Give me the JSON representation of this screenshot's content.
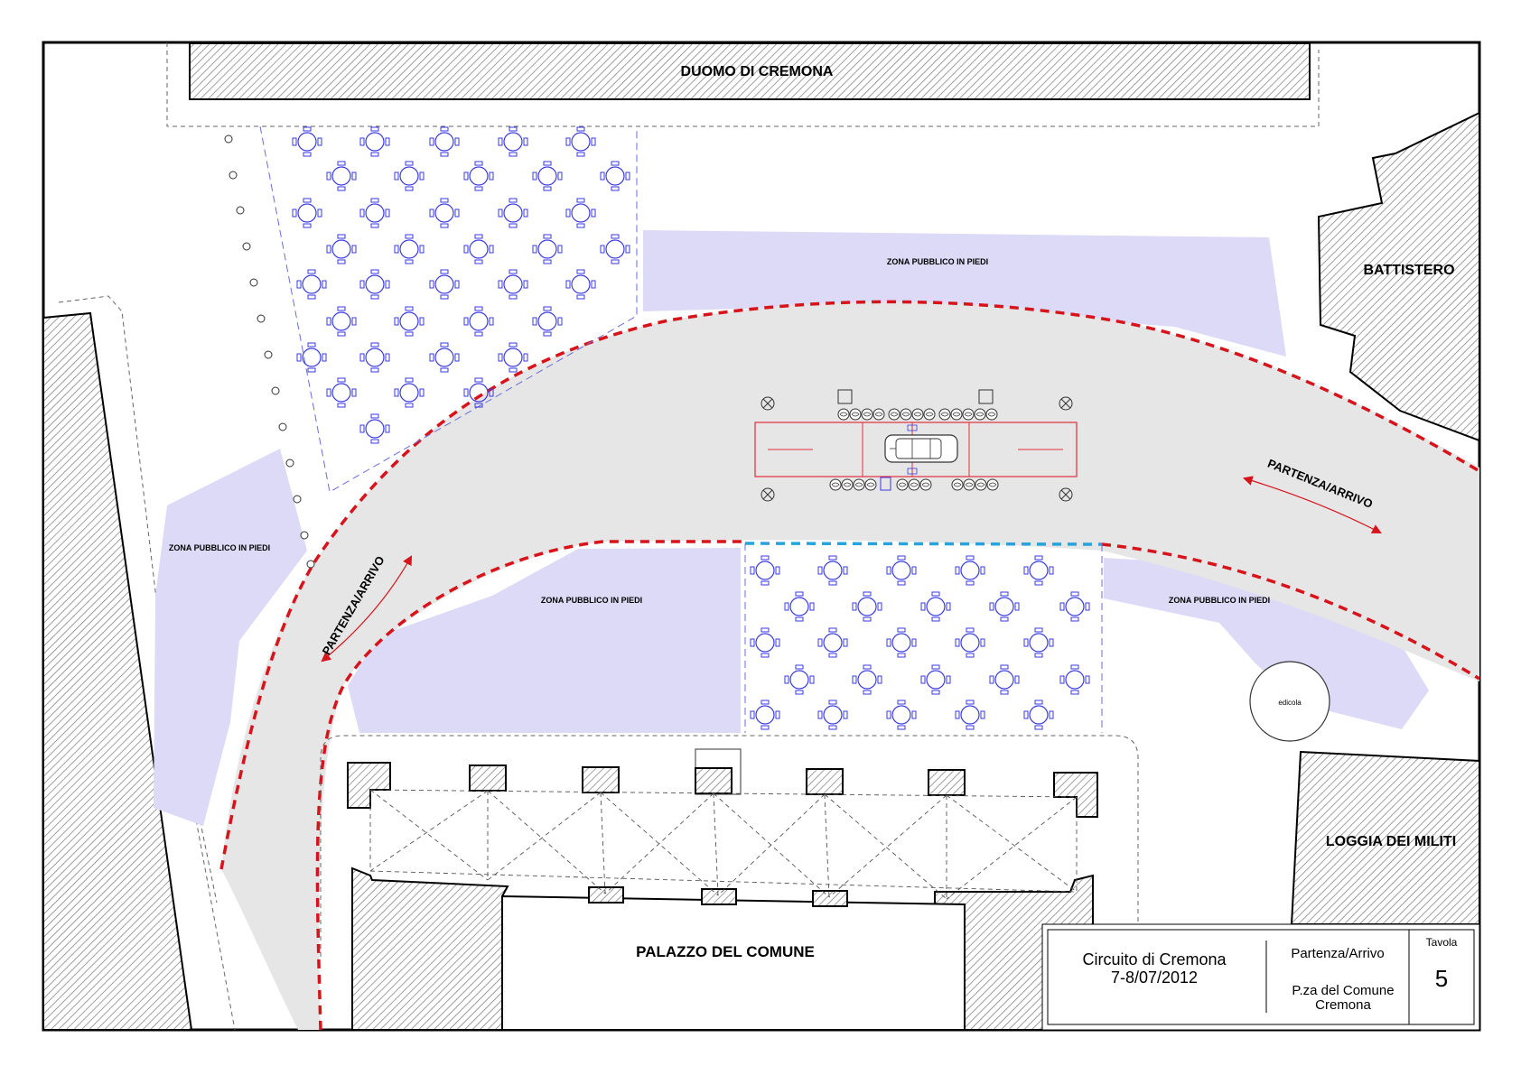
{
  "labels": {
    "duomo": "DUOMO DI CREMONA",
    "battistero": "BATTISTERO",
    "loggia": "LOGGIA DEI MILITI",
    "palazzo": "PALAZZO DEL COMUNE",
    "zona_1": "ZONA PUBBLICO IN PIEDI",
    "zona_2": "ZONA PUBBLICO IN PIEDI",
    "zona_3": "ZONA PUBBLICO IN PIEDI",
    "zona_4": "ZONA PUBBLICO IN PIEDI",
    "partenza_left": "PARTENZA/ARRIVO",
    "partenza_right": "PARTENZA/ARRIVO",
    "edicola": "edicola"
  },
  "title_block": {
    "title_line1": "Circuito di Cremona",
    "title_line2": "7-8/07/2012",
    "subject": "Partenza/Arrivo",
    "place_line1": "P.za del Comune",
    "place_line2": "Cremona",
    "tavola_label": "Tavola",
    "tavola_number": "5"
  },
  "colors": {
    "route": "#d7141c",
    "finish_line": "#29a3dc",
    "public_zone": "#dcdaf6",
    "road": "#e6e6e6",
    "tables": "#3a3ae0",
    "stage": "#e0303a",
    "hatch": "#555555"
  }
}
